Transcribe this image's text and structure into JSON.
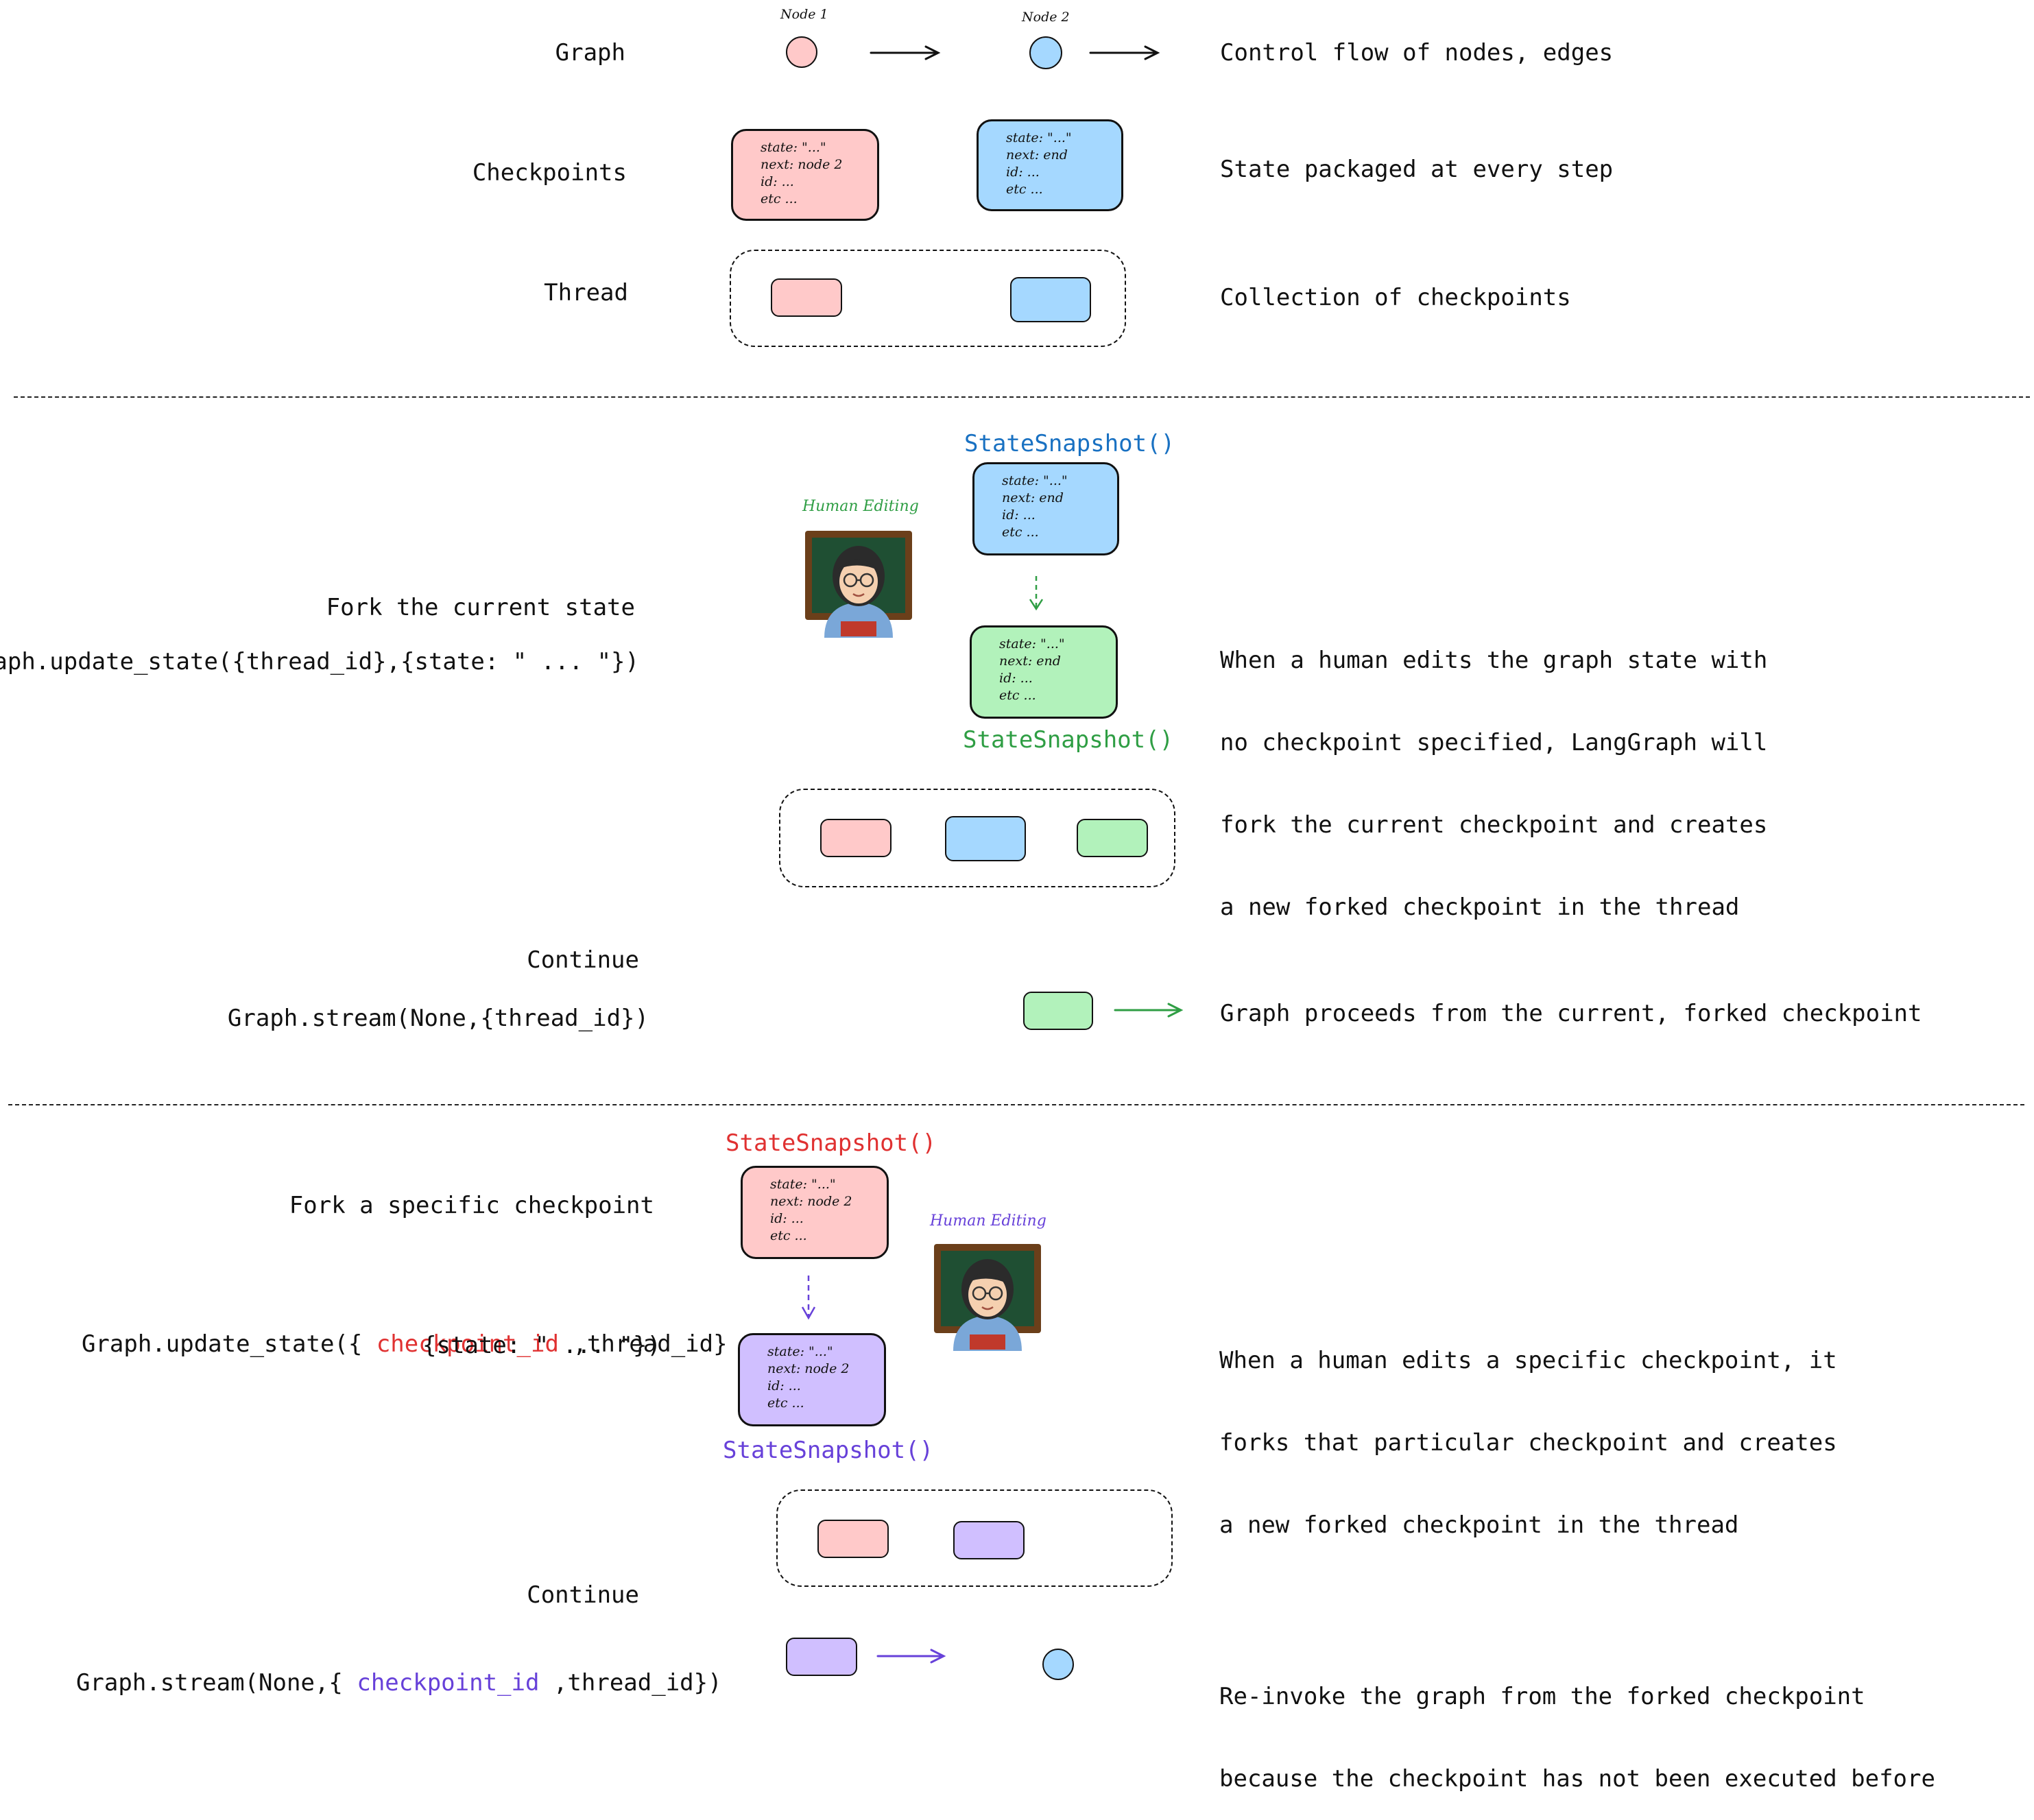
{
  "section1": {
    "graph_label": "Graph",
    "node1_label": "Node 1",
    "node2_label": "Node 2",
    "graph_desc": "Control flow of nodes, edges",
    "checkpoints_label": "Checkpoints",
    "checkpoint_pink": {
      "state": "state: \"...\"",
      "next": "next: node 2",
      "id": "id: ...",
      "etc": "etc ..."
    },
    "checkpoint_blue": {
      "state": "state: \"...\"",
      "next": "next: end",
      "id": "id: ...",
      "etc": "etc ..."
    },
    "checkpoints_desc": "State packaged at every step",
    "thread_label": "Thread",
    "thread_desc": "Collection of checkpoints"
  },
  "section2": {
    "snapshot_top_label": "StateSnapshot()",
    "human_editing": "Human Editing",
    "fork_title": "Fork the current state",
    "fork_code": "Graph.update_state({thread_id},{state: \" ... \"})",
    "card_blue": {
      "state": "state: \"...\"",
      "next": "next: end",
      "id": "id: ...",
      "etc": "etc ..."
    },
    "card_green": {
      "state": "state: \"...\"",
      "next": "next: end",
      "id": "id: ...",
      "etc": "etc ..."
    },
    "snapshot_bottom_label": "StateSnapshot()",
    "desc_lines": [
      "When a human edits the graph state with",
      "no checkpoint specified, LangGraph will",
      "fork the current checkpoint and creates",
      "a new forked checkpoint in the thread"
    ],
    "continue_label": "Continue",
    "stream_code": "Graph.stream(None,{thread_id})",
    "continue_desc": "Graph proceeds from the current, forked checkpoint"
  },
  "section3": {
    "snapshot_top_label": "StateSnapshot()",
    "fork_title": "Fork a specific checkpoint",
    "human_editing": "Human Editing",
    "code_prefix": "Graph.update_state({ ",
    "code_checkpoint": "checkpoint_id",
    "code_suffix": " ,thread_id}",
    "code_line2": "{state: \" ... \"})",
    "card_pink": {
      "state": "state: \"...\"",
      "next": "next: node 2",
      "id": "id: ...",
      "etc": "etc ..."
    },
    "card_purple": {
      "state": "state: \"...\"",
      "next": "next: node 2",
      "id": "id: ...",
      "etc": "etc ..."
    },
    "snapshot_bottom_label": "StateSnapshot()",
    "desc_lines": [
      "When a human edits a specific checkpoint, it",
      "forks that particular checkpoint and creates",
      "a new forked checkpoint in the thread"
    ],
    "continue_label": "Continue",
    "stream_prefix": "Graph.stream(None,{ ",
    "stream_checkpoint": "checkpoint_id",
    "stream_suffix": " ,thread_id})",
    "reinvoke_lines": [
      "Re-invoke the graph from the forked checkpoint",
      "because the checkpoint has not been executed before"
    ]
  },
  "colors": {
    "pink": "#ffc9c9",
    "blue": "#a5d8ff",
    "green": "#b2f2bb",
    "purple": "#d0bfff",
    "snapshot_blue": "#1971c2",
    "snapshot_green": "#2f9e44",
    "snapshot_red": "#e03131",
    "snapshot_purple": "#6741d9"
  }
}
